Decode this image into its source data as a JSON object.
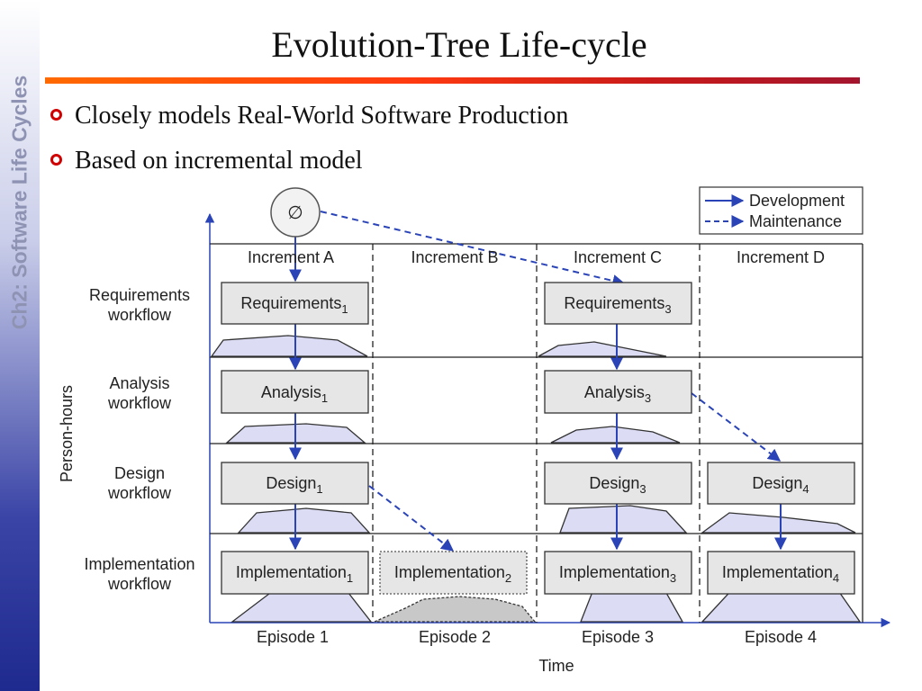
{
  "sidebar": {
    "text": "Ch2: Software Life Cycles"
  },
  "slide": {
    "title": "Evolution-Tree Life-cycle",
    "bullets": [
      "Closely models Real-World Software Production",
      "Based on incremental model"
    ]
  },
  "diagram": {
    "start_symbol": "∅",
    "legend": {
      "development": "Development",
      "maintenance": "Maintenance"
    },
    "increments": [
      "Increment A",
      "Increment B",
      "Increment C",
      "Increment D"
    ],
    "workflows": [
      {
        "line1": "Requirements",
        "line2": "workflow"
      },
      {
        "line1": "Analysis",
        "line2": "workflow"
      },
      {
        "line1": "Design",
        "line2": "workflow"
      },
      {
        "line1": "Implementation",
        "line2": "workflow"
      }
    ],
    "boxes": {
      "req1": {
        "label": "Requirements",
        "sub": "1"
      },
      "req3": {
        "label": "Requirements",
        "sub": "3"
      },
      "ana1": {
        "label": "Analysis",
        "sub": "1"
      },
      "ana3": {
        "label": "Analysis",
        "sub": "3"
      },
      "des1": {
        "label": "Design",
        "sub": "1"
      },
      "des3": {
        "label": "Design",
        "sub": "3"
      },
      "des4": {
        "label": "Design",
        "sub": "4"
      },
      "imp1": {
        "label": "Implementation",
        "sub": "1"
      },
      "imp2": {
        "label": "Implementation",
        "sub": "2"
      },
      "imp3": {
        "label": "Implementation",
        "sub": "3"
      },
      "imp4": {
        "label": "Implementation",
        "sub": "4"
      }
    },
    "episodes": [
      "Episode 1",
      "Episode 2",
      "Episode 3",
      "Episode 4"
    ],
    "y_axis_label": "Person-hours",
    "x_axis_label": "Time",
    "colors": {
      "arrow": "#2a44b8",
      "effort_fill": "#dcdcf5",
      "box_fill": "#e6e6e6",
      "maint_fill": "#c8c8c8"
    }
  }
}
